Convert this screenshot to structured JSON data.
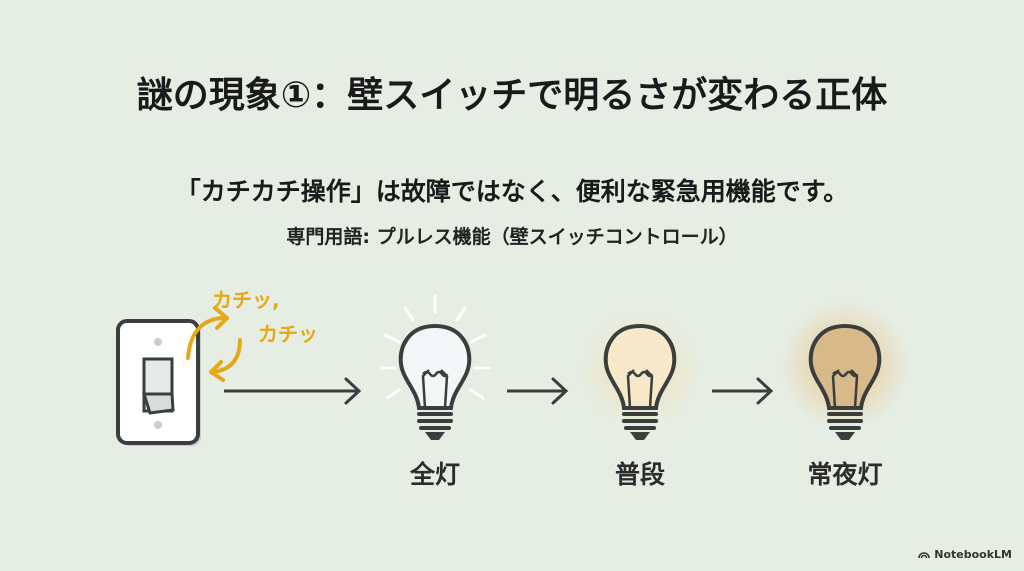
{
  "slide": {
    "title": "謎の現象①：壁スイッチで明るさが変わる正体",
    "subtitle": "「カチカチ操作」は故障ではなく、便利な緊急用機能です。",
    "term": "専門用語: プルレス機能（壁スイッチコントロール）"
  },
  "diagram": {
    "click_sound_1": "カチッ,",
    "click_sound_2": "カチッ",
    "bulbs": [
      {
        "label": "全灯",
        "color": "#f3f7f8"
      },
      {
        "label": "普段",
        "color": "#f6e8c8"
      },
      {
        "label": "常夜灯",
        "color": "#d8b98a"
      }
    ],
    "accent_color": "#e6a817"
  },
  "branding": {
    "name": "NotebookLM"
  }
}
